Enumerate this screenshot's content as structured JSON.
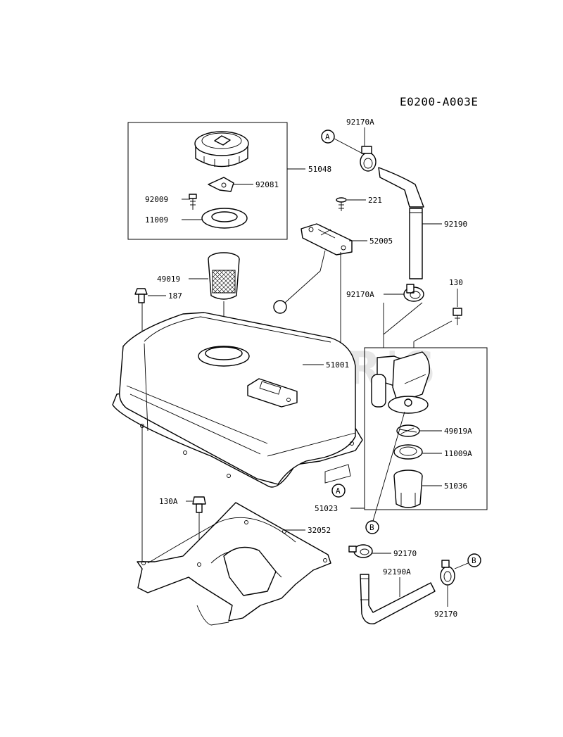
{
  "diagram_code": "E0200-A003E",
  "watermark": "CUBLER'S",
  "callouts": {
    "a": "A",
    "b": "B"
  },
  "labels": {
    "p51048": "51048",
    "p92081": "92081",
    "p92009": "92009",
    "p11009": "11009",
    "p92170A_top": "92170A",
    "p221": "221",
    "p52005": "52005",
    "p92190": "92190",
    "p49019": "49019",
    "p187": "187",
    "p92170A_mid": "92170A",
    "p130": "130",
    "p51001": "51001",
    "p49019A": "49019A",
    "p11009A": "11009A",
    "p51036": "51036",
    "p51023": "51023",
    "p130A": "130A",
    "p32052": "32052",
    "p92170_a": "92170",
    "p92190A": "92190A",
    "p92170_b": "92170"
  }
}
